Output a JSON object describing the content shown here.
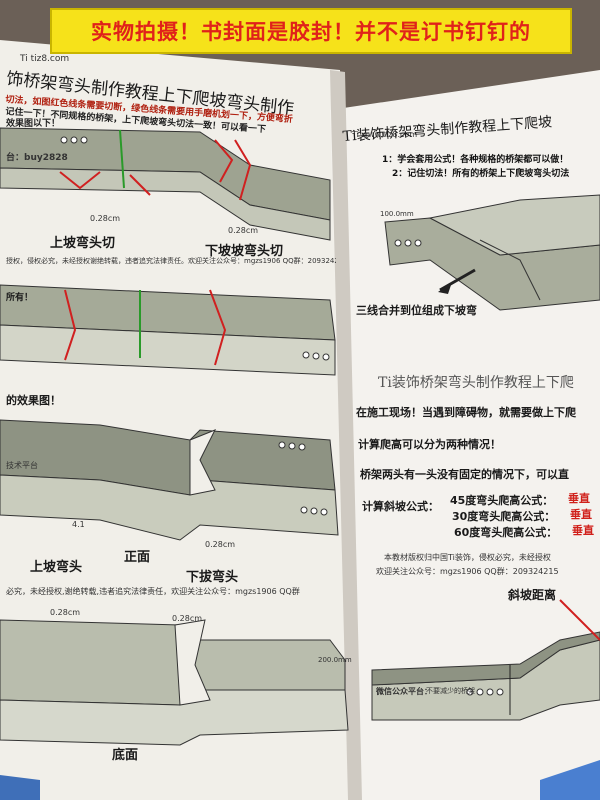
{
  "banner_text": "实物拍摄！书封面是胶封！并不是订书钉钉的",
  "left_page": {
    "header_url": "Ti tiz8.com",
    "title": "饰桥架弯头制作教程上下爬坡弯头制作",
    "notes": [
      "切法，如图红色线条需要切断，绿色线条需要用手磨机划一下，方便弯折",
      "记住一下！不同规格的桥架，上下爬坡弯头切法一致！可以看一下",
      "效果图以下！"
    ],
    "platform": "台：buy2828",
    "dim_1": "0.28cm",
    "dim_2": "0.28cm",
    "label_up_cut": "上坡弯头切",
    "label_down_cut": "下坡坡弯头切",
    "rights_note": "授权，侵权必究，未经授权谢绝转载，违者追究法律责任。欢迎关注公众号：mgzs1906 QQ群：209324215",
    "all_have": "所有！",
    "effect": "的效果图！",
    "platform_2": "技术平台",
    "dim_3": "4.1",
    "dim_4": "0.28cm",
    "label_front": "正面",
    "label_up": "上坡弯头",
    "label_down": "下拔弯头",
    "rights_note_2": "必究，未经授权,谢绝转载,违者追究法律责任，欢迎关注公众号：mgzs1906 QQ群",
    "dim_5": "0.28cm",
    "dim_6": "0.28cm",
    "dim_7": "200.0mm",
    "label_bottom": "底面"
  },
  "right_page": {
    "header_url": "Ti www.tiz8.com",
    "title": "Ti装饰桥架弯头制作教程上下爬坡",
    "line1": "1：学会套用公式！各种规格的桥架都可以做！",
    "line2": "2：记住切法！所有的桥架上下爬坡弯头切法",
    "dim_1": "100.0mm",
    "caption_merge": "三线合并到位组成下坡弯",
    "title_2": "Ti装饰桥架弯头制作教程上下爬",
    "line3": "在施工现场！当遇到障碍物，就需要做上下爬",
    "line4": "计算爬高可以分为两种情况！",
    "line5": "桥架两头有一头没有固定的情况下，可以直",
    "formula_title": "计算斜坡公式：",
    "formula_45": "45度弯头爬高公式：",
    "formula_45_r": "垂直",
    "formula_30": "30度弯头爬高公式：",
    "formula_30_r": "垂直",
    "formula_60": "60度弯头爬高公式：",
    "formula_60_r": "垂直",
    "rights": "本教材版权归中国Ti装饰，侵权必究，未经授权",
    "rights_2": "欢迎关注公众号：mgzs1906 QQ群：209324215",
    "label_slope": "斜坡距离",
    "platform": "微信公众平台：",
    "platform_2": "不要减少的桥架"
  }
}
